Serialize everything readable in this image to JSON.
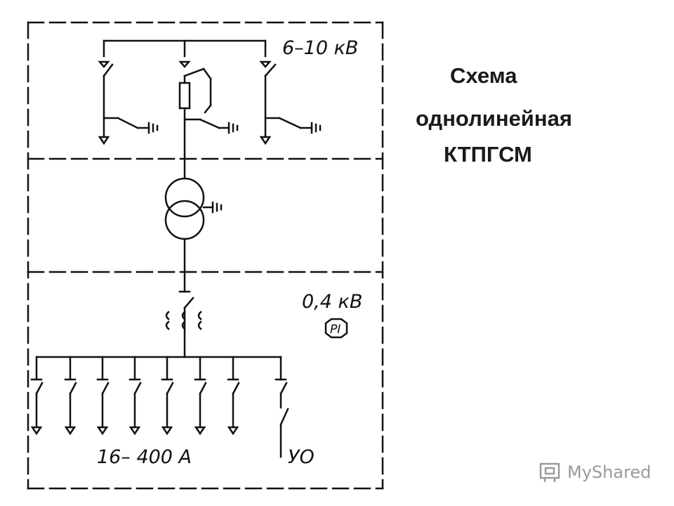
{
  "title": {
    "line1": "Схема",
    "line2": "однолинейная",
    "line3": "КТПГСМ"
  },
  "labels": {
    "hv_voltage": "6–10 кВ",
    "lv_voltage": "0,4 кВ",
    "meter": "PI",
    "current_range": "16– 400 А",
    "outgoing_device": "УО"
  },
  "watermark": {
    "text": "MyShared"
  },
  "colors": {
    "ink": "#111111",
    "title": "#1a1a1a",
    "watermark": "#9a9a9a"
  }
}
